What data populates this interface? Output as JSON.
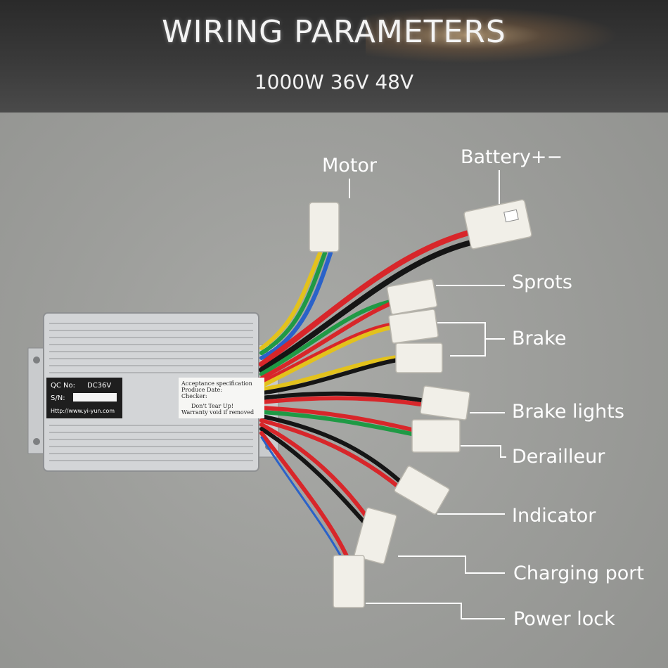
{
  "header": {
    "title": "WIRING PARAMETERS",
    "subtitle": "1000W 36V 48V"
  },
  "callouts": {
    "motor": "Motor",
    "battery": "Battery+−",
    "sprots": "Sprots",
    "brake": "Brake",
    "brake_lights": "Brake lights",
    "derailleur": "Derailleur",
    "indicator": "Indicator",
    "charging_port": "Charging port",
    "power_lock": "Power lock"
  },
  "controller": {
    "sticker": {
      "qc_label": "QC No:",
      "qc_value": "DC36V",
      "sn_label": "S/N:",
      "url": "Http://www.yi-yun.com"
    },
    "card": {
      "line1": "Acceptance specification",
      "line2": "Produce Date:",
      "line3": "Checker:",
      "line4": "Don't Tear Up!",
      "line5": "Warranty void if removed"
    }
  },
  "colors": {
    "wire_red": "#d8262a",
    "wire_black": "#151515",
    "wire_blue": "#2a62c9",
    "wire_yellow": "#e3c21c",
    "wire_green": "#1f9a45",
    "connector": "#f1efe8",
    "casing": "#cfd1d3"
  }
}
